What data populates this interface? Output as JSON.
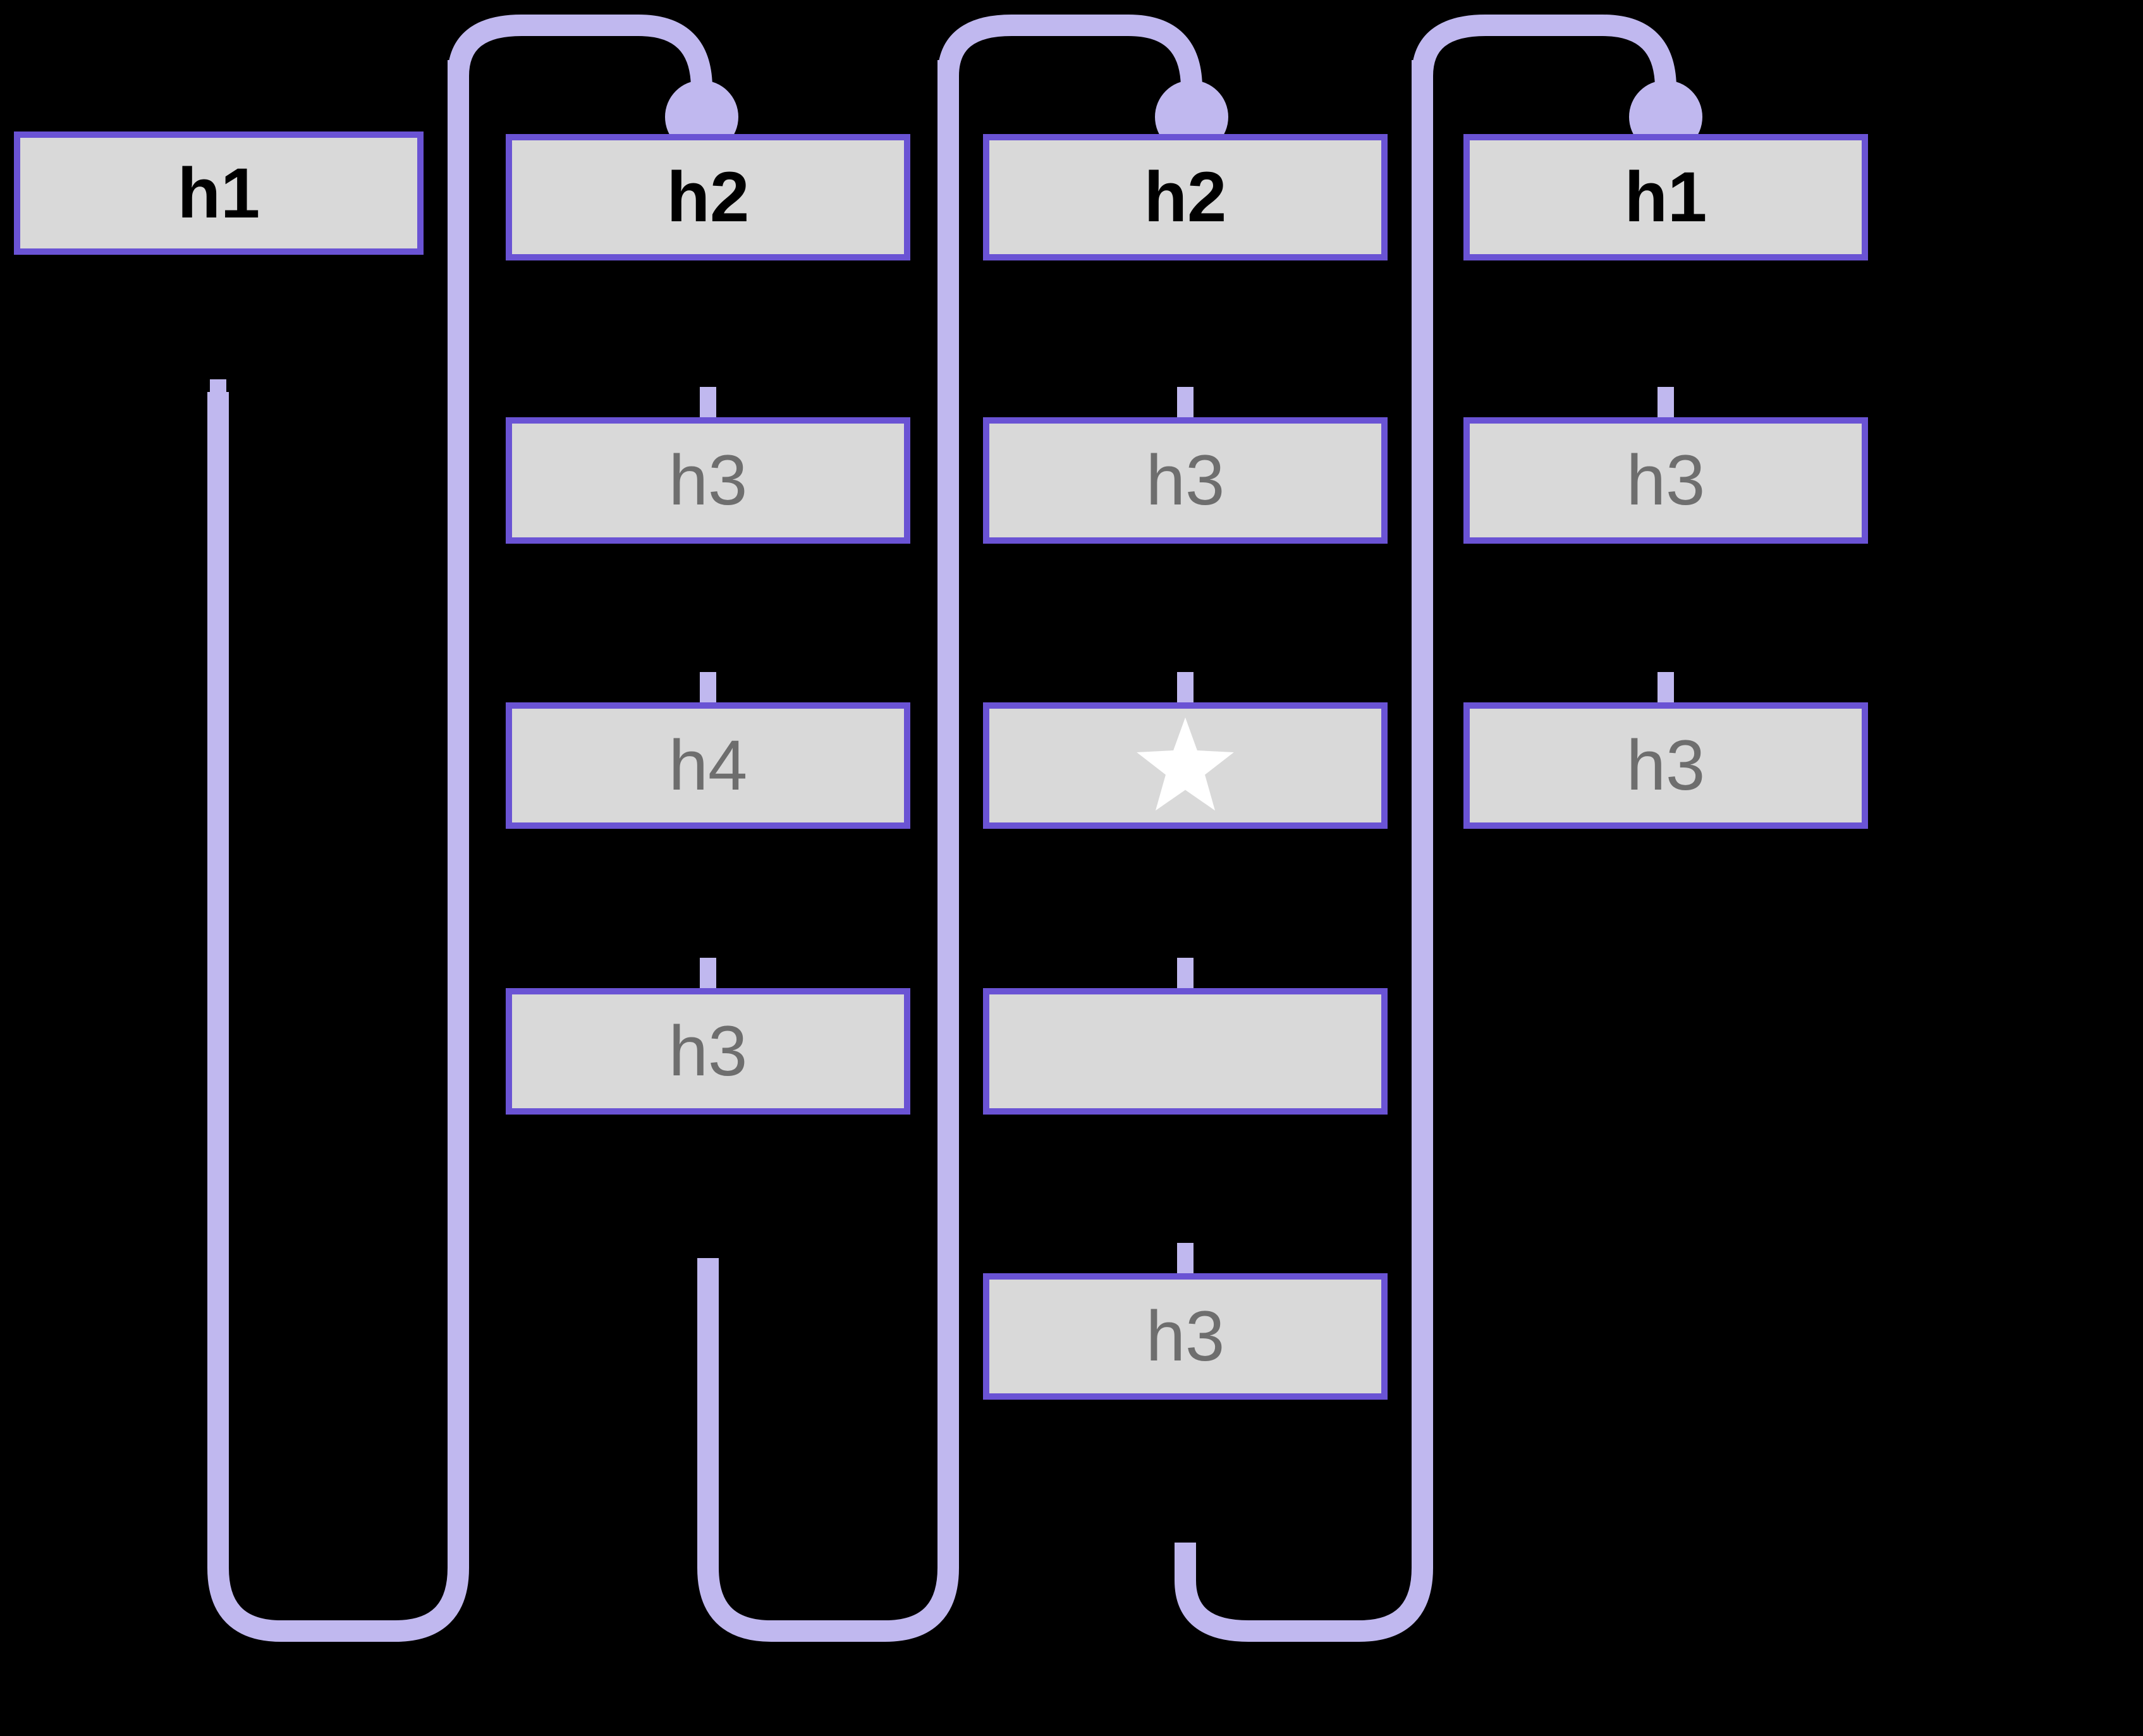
{
  "diagram": {
    "type": "heading-outline-tree",
    "title": "",
    "background_color": "#000000",
    "node_fill_color": "#D9D9D9",
    "node_border_color": "#6A53D4",
    "wire_color": "#C0B8EF",
    "top_label_color": "#000000",
    "sub_label_color": "#6E6E6E",
    "star_color": "#FFFFFF",
    "columns": [
      {
        "id": "column-1",
        "name": "column-1",
        "has_loop": true,
        "has_ball_connector": false,
        "nodes": [
          {
            "id": "c1-n1",
            "label": "h1",
            "level": "top",
            "icon": ""
          }
        ]
      },
      {
        "id": "column-2",
        "name": "column-2",
        "has_loop": true,
        "has_ball_connector": true,
        "nodes": [
          {
            "id": "c2-n1",
            "label": "h2",
            "level": "top",
            "icon": ""
          },
          {
            "id": "c2-n2",
            "label": "h3",
            "level": "sub",
            "icon": ""
          },
          {
            "id": "c2-n3",
            "label": "h4",
            "level": "sub",
            "icon": ""
          },
          {
            "id": "c2-n4",
            "label": "h3",
            "level": "sub",
            "icon": ""
          }
        ]
      },
      {
        "id": "column-3",
        "name": "column-3",
        "has_loop": true,
        "has_ball_connector": true,
        "nodes": [
          {
            "id": "c3-n1",
            "label": "h2",
            "level": "top",
            "icon": ""
          },
          {
            "id": "c3-n2",
            "label": "h3",
            "level": "sub",
            "icon": ""
          },
          {
            "id": "c3-n3",
            "label": "",
            "level": "sub",
            "icon": "star-icon"
          },
          {
            "id": "c3-n4",
            "label": "",
            "level": "sub",
            "icon": ""
          },
          {
            "id": "c3-n5",
            "label": "h3",
            "level": "sub",
            "icon": ""
          }
        ]
      },
      {
        "id": "column-4",
        "name": "column-4",
        "has_loop": true,
        "has_ball_connector": true,
        "nodes": [
          {
            "id": "c4-n1",
            "label": "h1",
            "level": "top",
            "icon": ""
          },
          {
            "id": "c4-n2",
            "label": "h3",
            "level": "sub",
            "icon": ""
          },
          {
            "id": "c4-n3",
            "label": "h3",
            "level": "sub",
            "icon": ""
          }
        ]
      }
    ]
  }
}
